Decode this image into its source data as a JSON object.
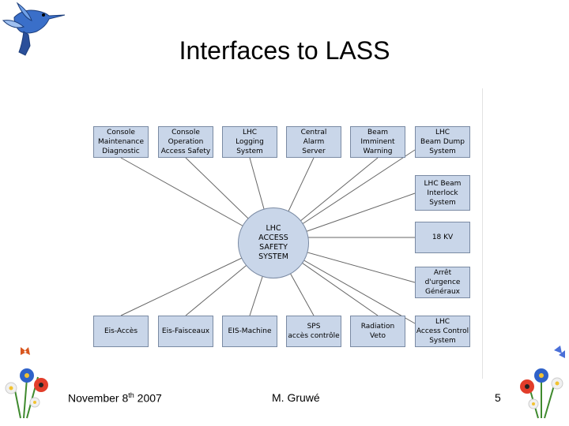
{
  "slide": {
    "title": "Interfaces to LASS",
    "footer_date_main": "November 8",
    "footer_date_sup": "th",
    "footer_date_year": " 2007",
    "footer_author": "M. Gruwé",
    "page_number": "5"
  },
  "diagram": {
    "center": "LHC\nACCESS\nSAFETY\nSYSTEM",
    "top_nodes": [
      "Console\nMaintenance\nDiagnostic",
      "Console\nOperation\nAccess Safety",
      "LHC\nLogging\nSystem",
      "Central\nAlarm\nServer",
      "Beam\nImminent\nWarning",
      "LHC\nBeam Dump\nSystem"
    ],
    "right_nodes": [
      "LHC Beam\nInterlock\nSystem",
      "18 KV",
      "Arrêt\nd'urgence\nGénéraux"
    ],
    "bottom_nodes": [
      "Eis-Accès",
      "Eis-Faisceaux",
      "EIS-Machine",
      "SPS\naccès contrôle",
      "Radiation\nVeto",
      "LHC\nAccess Control\nSystem"
    ]
  },
  "colors": {
    "node_fill": "#c9d6e9",
    "node_border": "#7a8aa3",
    "connector": "#666666"
  }
}
